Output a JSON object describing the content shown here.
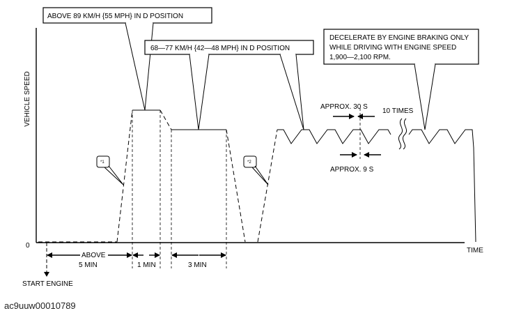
{
  "axes": {
    "y_label": "VEHICLE SPEED",
    "x_label": "TIME",
    "origin": "0",
    "start_engine": "START ENGINE"
  },
  "callouts": {
    "above_89": "ABOVE 89 KM/H {55 MPH} IN D POSITION",
    "range_68_77": "68—77 KM/H {42—48 MPH} IN D POSITION",
    "decelerate_line1": "DECELERATE BY ENGINE BRAKING ONLY",
    "decelerate_line2": "WHILE DRIVING WITH ENGINE SPEED",
    "decelerate_line3": "1,900—2,100 RPM.",
    "note1": "*1",
    "note2": "*2"
  },
  "intervals": {
    "above_line1": "ABOVE",
    "above_line2": "5 MIN",
    "one_min": "1 MIN",
    "three_min": "3 MIN"
  },
  "cycle": {
    "approx_30s": "APPROX. 30 S",
    "approx_9s": "APPROX. 9 S",
    "repeat": "10 TIMES"
  },
  "footer": {
    "code": "ac9uuw00010789"
  }
}
